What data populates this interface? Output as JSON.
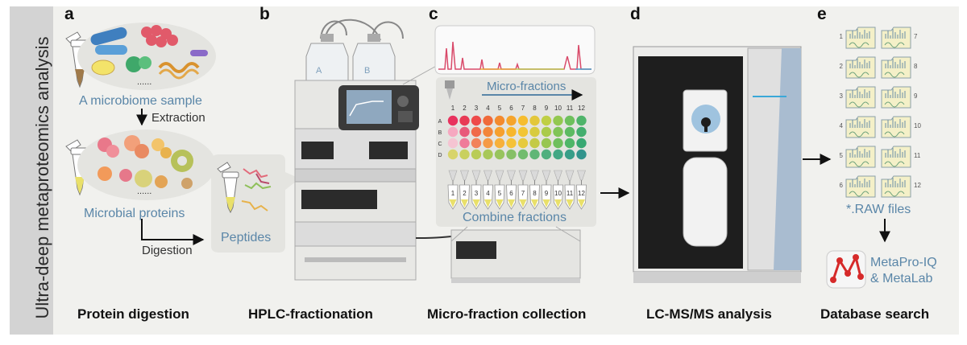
{
  "side_title": "Ultra-deep metaproteomics analysis",
  "panels": [
    {
      "letter": "a",
      "caption": "Protein digestion"
    },
    {
      "letter": "b",
      "caption": "HPLC-fractionation"
    },
    {
      "letter": "c",
      "caption": "Micro-fraction collection"
    },
    {
      "letter": "d",
      "caption": "LC-MS/MS analysis"
    },
    {
      "letter": "e",
      "caption": "Database search"
    }
  ],
  "a": {
    "sample_label": "A microbiome sample",
    "extraction": "Extraction",
    "proteins_label": "Microbial proteins",
    "digestion": "Digestion",
    "dots": "......",
    "peptides": "Peptides"
  },
  "b": {
    "bottle_a": "A",
    "bottle_b": "B"
  },
  "c": {
    "micro_fractions": "Micro-fractions",
    "combine": "Combine fractions",
    "columns": [
      "1",
      "2",
      "3",
      "4",
      "5",
      "6",
      "7",
      "8",
      "9",
      "10",
      "11",
      "12"
    ],
    "rows": [
      "A",
      "B",
      "C",
      "D"
    ],
    "row_colors": [
      [
        "#e8325e",
        "#e83a55",
        "#ee4a4a",
        "#f06a3a",
        "#f38a2e",
        "#f5a42c",
        "#f6bd2e",
        "#e3c73a",
        "#bfcf44",
        "#93c84f",
        "#6ec05c",
        "#4fb46a"
      ],
      [
        "#f6a8c0",
        "#e85a7a",
        "#f06a4a",
        "#f3853a",
        "#f6a02e",
        "#f7b62c",
        "#f2c534",
        "#d8cb3e",
        "#aacb4a",
        "#80c456",
        "#5dba62",
        "#43ae6e"
      ],
      [
        "#f5c4d2",
        "#ef7a9a",
        "#f2825a",
        "#f59a46",
        "#f7b03a",
        "#f5c238",
        "#e6ca3e",
        "#c4ca46",
        "#97c650",
        "#6fbf5c",
        "#4fb668",
        "#38a872"
      ],
      [
        "#d8d46a",
        "#c9d05e",
        "#b9cc56",
        "#a8c858",
        "#98c45e",
        "#86c066",
        "#72bc6e",
        "#60b676",
        "#50af7e",
        "#42a784",
        "#389e88",
        "#32948c"
      ]
    ]
  },
  "e": {
    "file_numbers_left": [
      "1",
      "2",
      "3",
      "4",
      "5",
      "6"
    ],
    "file_numbers_right": [
      "7",
      "8",
      "9",
      "10",
      "11",
      "12"
    ],
    "raw_files": "*.RAW files",
    "software_line1": "MetaPro-IQ",
    "software_line2": "& MetaLab"
  },
  "colors": {
    "accent_blue": "#5a86a8",
    "panel_bg": "#f1f1ee",
    "side_bg": "#d3d3d3"
  }
}
